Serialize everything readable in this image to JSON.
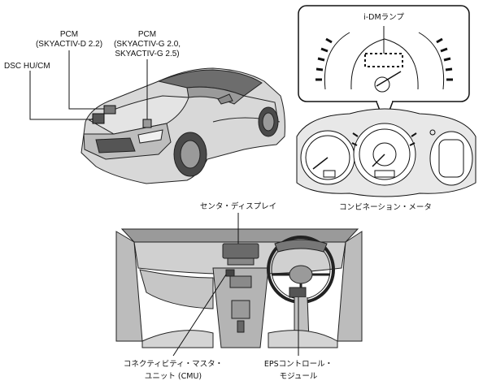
{
  "labels": {
    "pcm_diesel_line1": "PCM",
    "pcm_diesel_line2": "(SKYACTIV-D 2.2)",
    "pcm_gas_line1": "PCM",
    "pcm_gas_line2": "(SKYACTIV-G 2.0,",
    "pcm_gas_line3": "SKYACTIV-G 2.5)",
    "dsc": "DSC HU/CM",
    "idm_lamp": "i-DMランプ",
    "combination_meter": "コンビネーション・メータ",
    "center_display": "センタ・ディスプレイ",
    "cmu_line1": "コネクティビティ・マスタ・",
    "cmu_line2": "ユニット (CMU)",
    "eps_line1": "EPSコントロール・",
    "eps_line2": "モジュール"
  }
}
